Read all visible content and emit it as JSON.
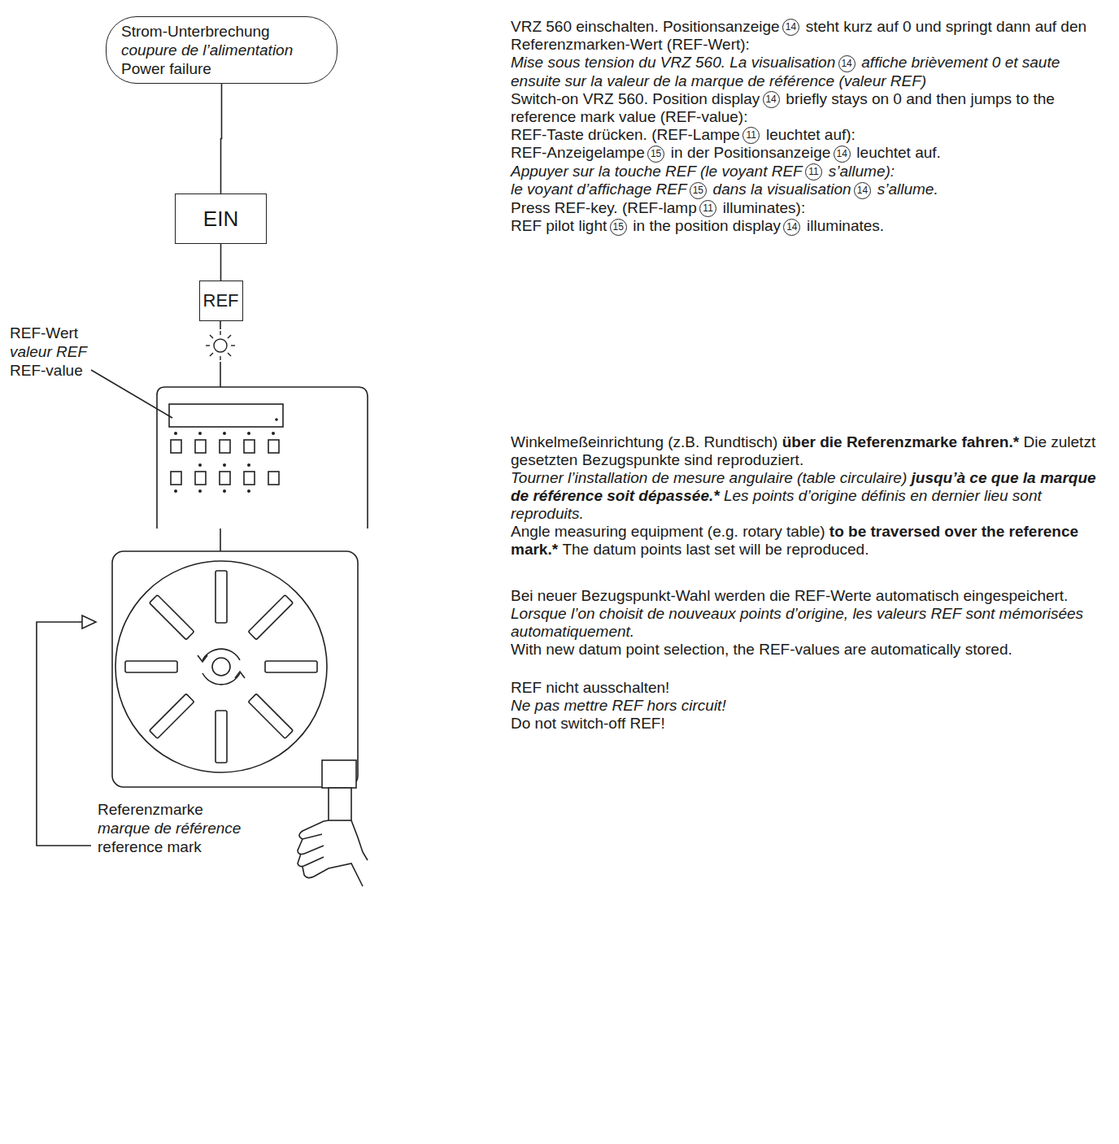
{
  "diagram": {
    "nodes": [
      {
        "text": [
          "Strom-Unterbrechung",
          "coupure de l’alimentation",
          "Power failure"
        ]
      },
      {
        "text": [
          "EIN"
        ]
      },
      {
        "text": [
          "REF"
        ]
      }
    ],
    "edges": [
      {
        "from": 0,
        "to": 1,
        "arrow": "none"
      },
      {
        "from": 1,
        "to": 2,
        "arrow": "none"
      }
    ],
    "labels": [
      "REF-Wert",
      "valeur REF",
      "REF-value",
      "Referenzmarke",
      "marque de référence",
      "reference mark",
      "VRZ 560 einschalten. Positionsanzeige",
      "14",
      "steht kurz auf 0 und springt dann auf den Referenzmarken-Wert (REF-Wert):",
      "Mise sous tension du VRZ 560. La visualisation",
      "14",
      "affiche brièvement 0 et saute ensuite sur la valeur de la marque de référence (valeur REF)",
      "Switch-on VRZ 560. Position display",
      "14",
      "briefly stays on 0 and then jumps to the reference mark value (REF-value):",
      "REF-Taste drücken. (REF-Lampe",
      "11",
      "leuchtet auf):",
      "REF-Anzeigelampe",
      "15",
      "in der Positionsanzeige",
      "14",
      "leuchtet auf.",
      "Appuyer sur la touche REF (le voyant REF",
      "11",
      "s’allume):",
      "le voyant d’affichage REF",
      "15",
      "dans la visualisation",
      "14",
      "s’allume.",
      "Press REF-key. (REF-lamp",
      "11",
      "illuminates):",
      "REF pilot light",
      "15",
      "in the position display",
      "14",
      "illuminates.",
      "Winkelmeßeinrichtung (z.B. Rundtisch)",
      "über die Referenzmarke fahren.*",
      "Die zuletzt gesetzten Bezugspunkte sind reproduziert.",
      "Tourner l’installation de mesure angulaire (table circulaire)",
      "jusqu’à ce que la marque de référence soit dépassée.*",
      "Les points d’origine définis en dernier lieu sont reproduits.",
      "Angle measuring equipment (e.g. rotary table)",
      "to be traversed over the reference mark.*",
      "The datum points last set will be reproduced.",
      "Bei neuer Bezugspunkt-Wahl werden die REF-Werte automatisch eingespeichert.",
      "Lorsque l’on choisit de nouveaux points d’origine, les valeurs REF sont mémorisées automatiquement.",
      "With new datum point selection, the REF-values are automatically stored.",
      "REF nicht ausschalten!",
      "Ne pas mettre REF hors circuit!",
      "Do not switch-off REF!"
    ]
  }
}
